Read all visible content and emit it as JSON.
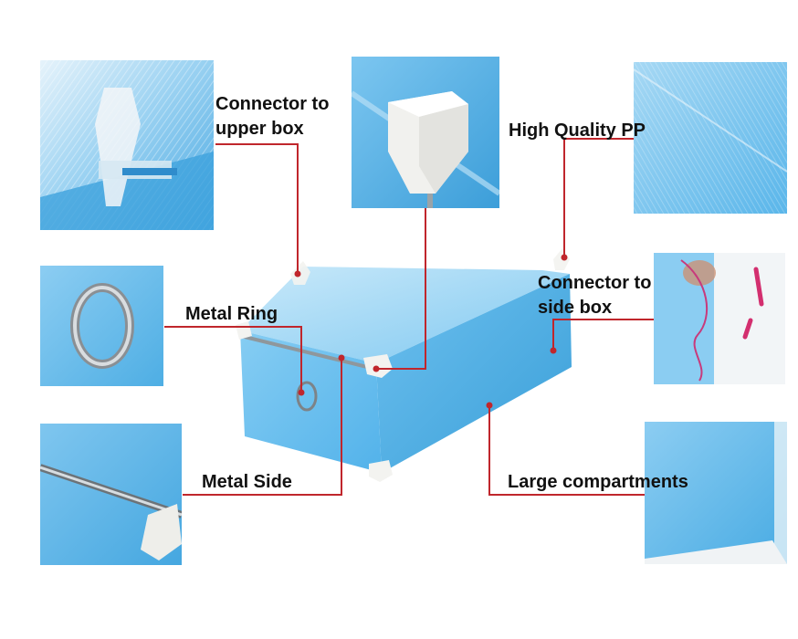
{
  "labels": {
    "connector_upper": [
      "Connector to",
      "upper box"
    ],
    "high_quality": "High Quality PP",
    "metal_ring": "Metal Ring",
    "connector_side": [
      "Connector to",
      "side box"
    ],
    "metal_side": "Metal Side",
    "large_compartments": "Large compartments"
  },
  "colors": {
    "leader_line": "#c0262c",
    "box_blue": "#5fb8ea",
    "box_blue_dark": "#3a9fd8",
    "label_text": "#111111"
  }
}
